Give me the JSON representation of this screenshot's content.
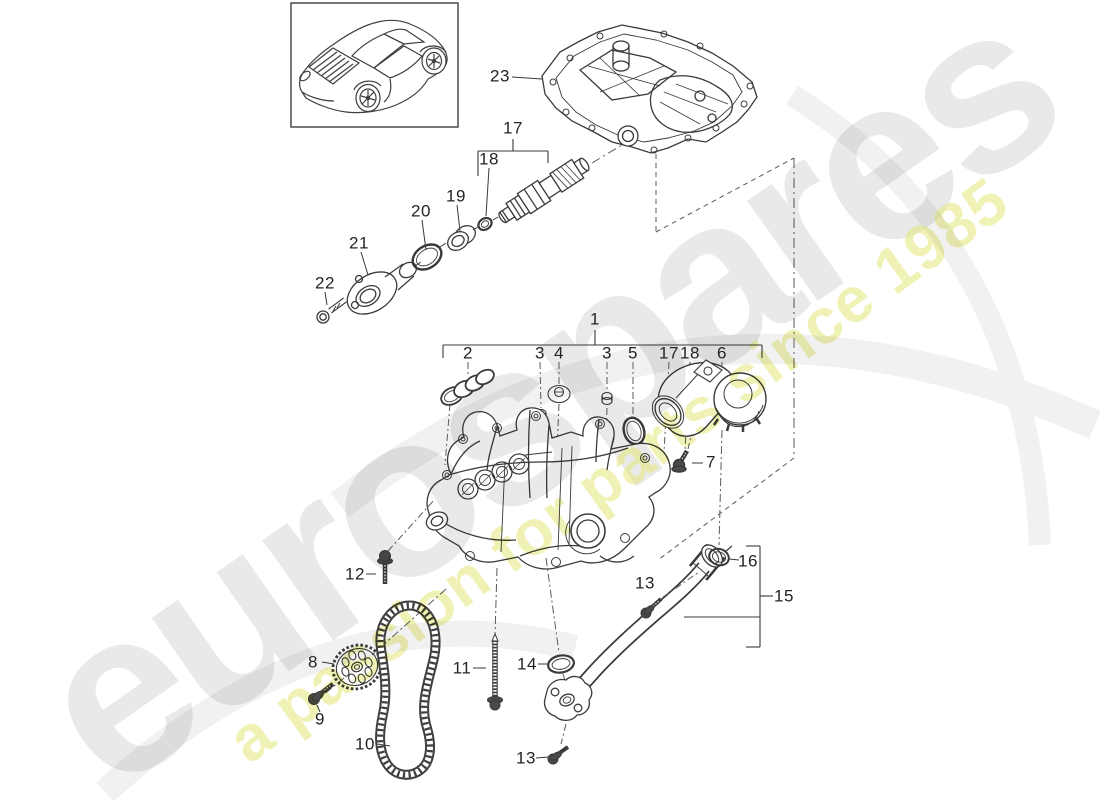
{
  "watermark": {
    "brand": "eurospares",
    "tagline": "a passion for parts since 1985",
    "brand_color": "#e9e9e9",
    "tagline_color": "#e4e878"
  },
  "diagram": {
    "line_color": "#3a3a3a",
    "label_color": "#242424",
    "background": "#ffffff"
  },
  "callouts": [
    {
      "ref": "23"
    },
    {
      "ref": "17"
    },
    {
      "ref": "18"
    },
    {
      "ref": "19"
    },
    {
      "ref": "20"
    },
    {
      "ref": "21"
    },
    {
      "ref": "22"
    },
    {
      "ref": "1"
    },
    {
      "ref": "2"
    },
    {
      "ref": "3"
    },
    {
      "ref": "4"
    },
    {
      "ref": "3"
    },
    {
      "ref": "5"
    },
    {
      "ref": "17"
    },
    {
      "ref": "18"
    },
    {
      "ref": "6"
    },
    {
      "ref": "7"
    },
    {
      "ref": "12"
    },
    {
      "ref": "8"
    },
    {
      "ref": "9"
    },
    {
      "ref": "10"
    },
    {
      "ref": "11"
    },
    {
      "ref": "14"
    },
    {
      "ref": "13"
    },
    {
      "ref": "16"
    },
    {
      "ref": "15"
    },
    {
      "ref": "13"
    }
  ]
}
